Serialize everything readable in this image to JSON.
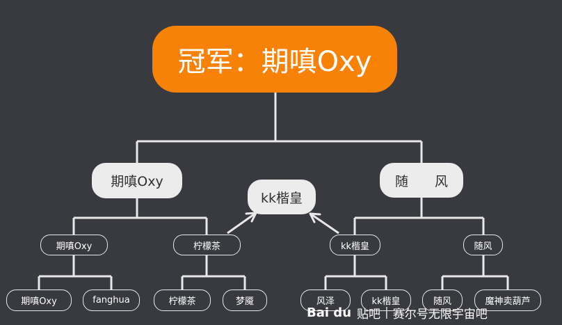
{
  "root": {
    "label": "冠军：期嗔Oxy"
  },
  "level2": {
    "left": "期嗔Oxy",
    "center": "kk楷皇",
    "right": "随　　风"
  },
  "level3": [
    "期嗔Oxy",
    "柠檬茶",
    "kk楷皇",
    "随风"
  ],
  "level4": [
    "期嗔Oxy",
    "fanghua",
    "柠檬茶",
    "梦魇",
    "风泽",
    "kk楷皇",
    "随风",
    "魔神卖葫芦"
  ],
  "watermark": {
    "logo": "Bai du",
    "brand": "贴吧",
    "forum": "赛尔号无限宇宙吧"
  },
  "colors": {
    "background": "#383a3f",
    "root_fill": "#f88107",
    "line": "#e8e8e8",
    "l2_fill": "#ececec"
  }
}
